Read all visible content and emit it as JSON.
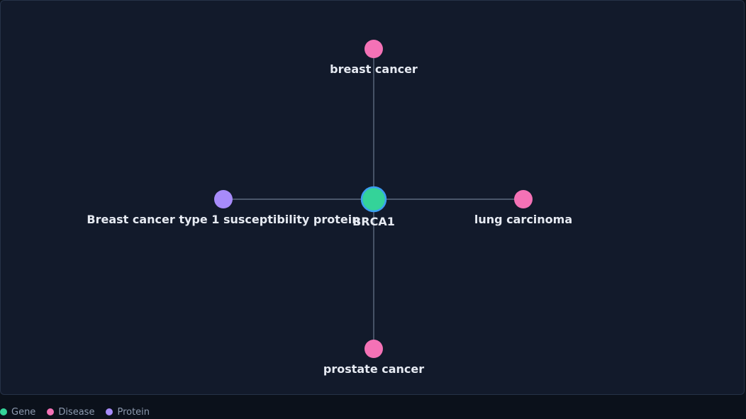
{
  "graph": {
    "nodes": [
      {
        "id": "brca1",
        "label": "BRCA1",
        "type": "gene",
        "selected": true
      },
      {
        "id": "breast-cancer",
        "label": "breast cancer",
        "type": "disease"
      },
      {
        "id": "lung-carcinoma",
        "label": "lung carcinoma",
        "type": "disease"
      },
      {
        "id": "prostate-cancer",
        "label": "prostate cancer",
        "type": "disease"
      },
      {
        "id": "brca1-protein",
        "label": "Breast cancer type 1 susceptibility protein",
        "type": "protein"
      }
    ],
    "edges": [
      {
        "source": "brca1",
        "target": "breast-cancer"
      },
      {
        "source": "brca1",
        "target": "lung-carcinoma"
      },
      {
        "source": "brca1",
        "target": "prostate-cancer"
      },
      {
        "source": "brca1",
        "target": "brca1-protein"
      }
    ]
  },
  "legend": {
    "items": [
      {
        "label": "Gene",
        "color": "#34d399"
      },
      {
        "label": "Disease",
        "color": "#f472b6"
      },
      {
        "label": "Protein",
        "color": "#a78bfa"
      }
    ]
  },
  "colors": {
    "gene": "#34d399",
    "disease": "#f472b6",
    "protein": "#a78bfa",
    "selected_ring": "#3b9df2"
  }
}
